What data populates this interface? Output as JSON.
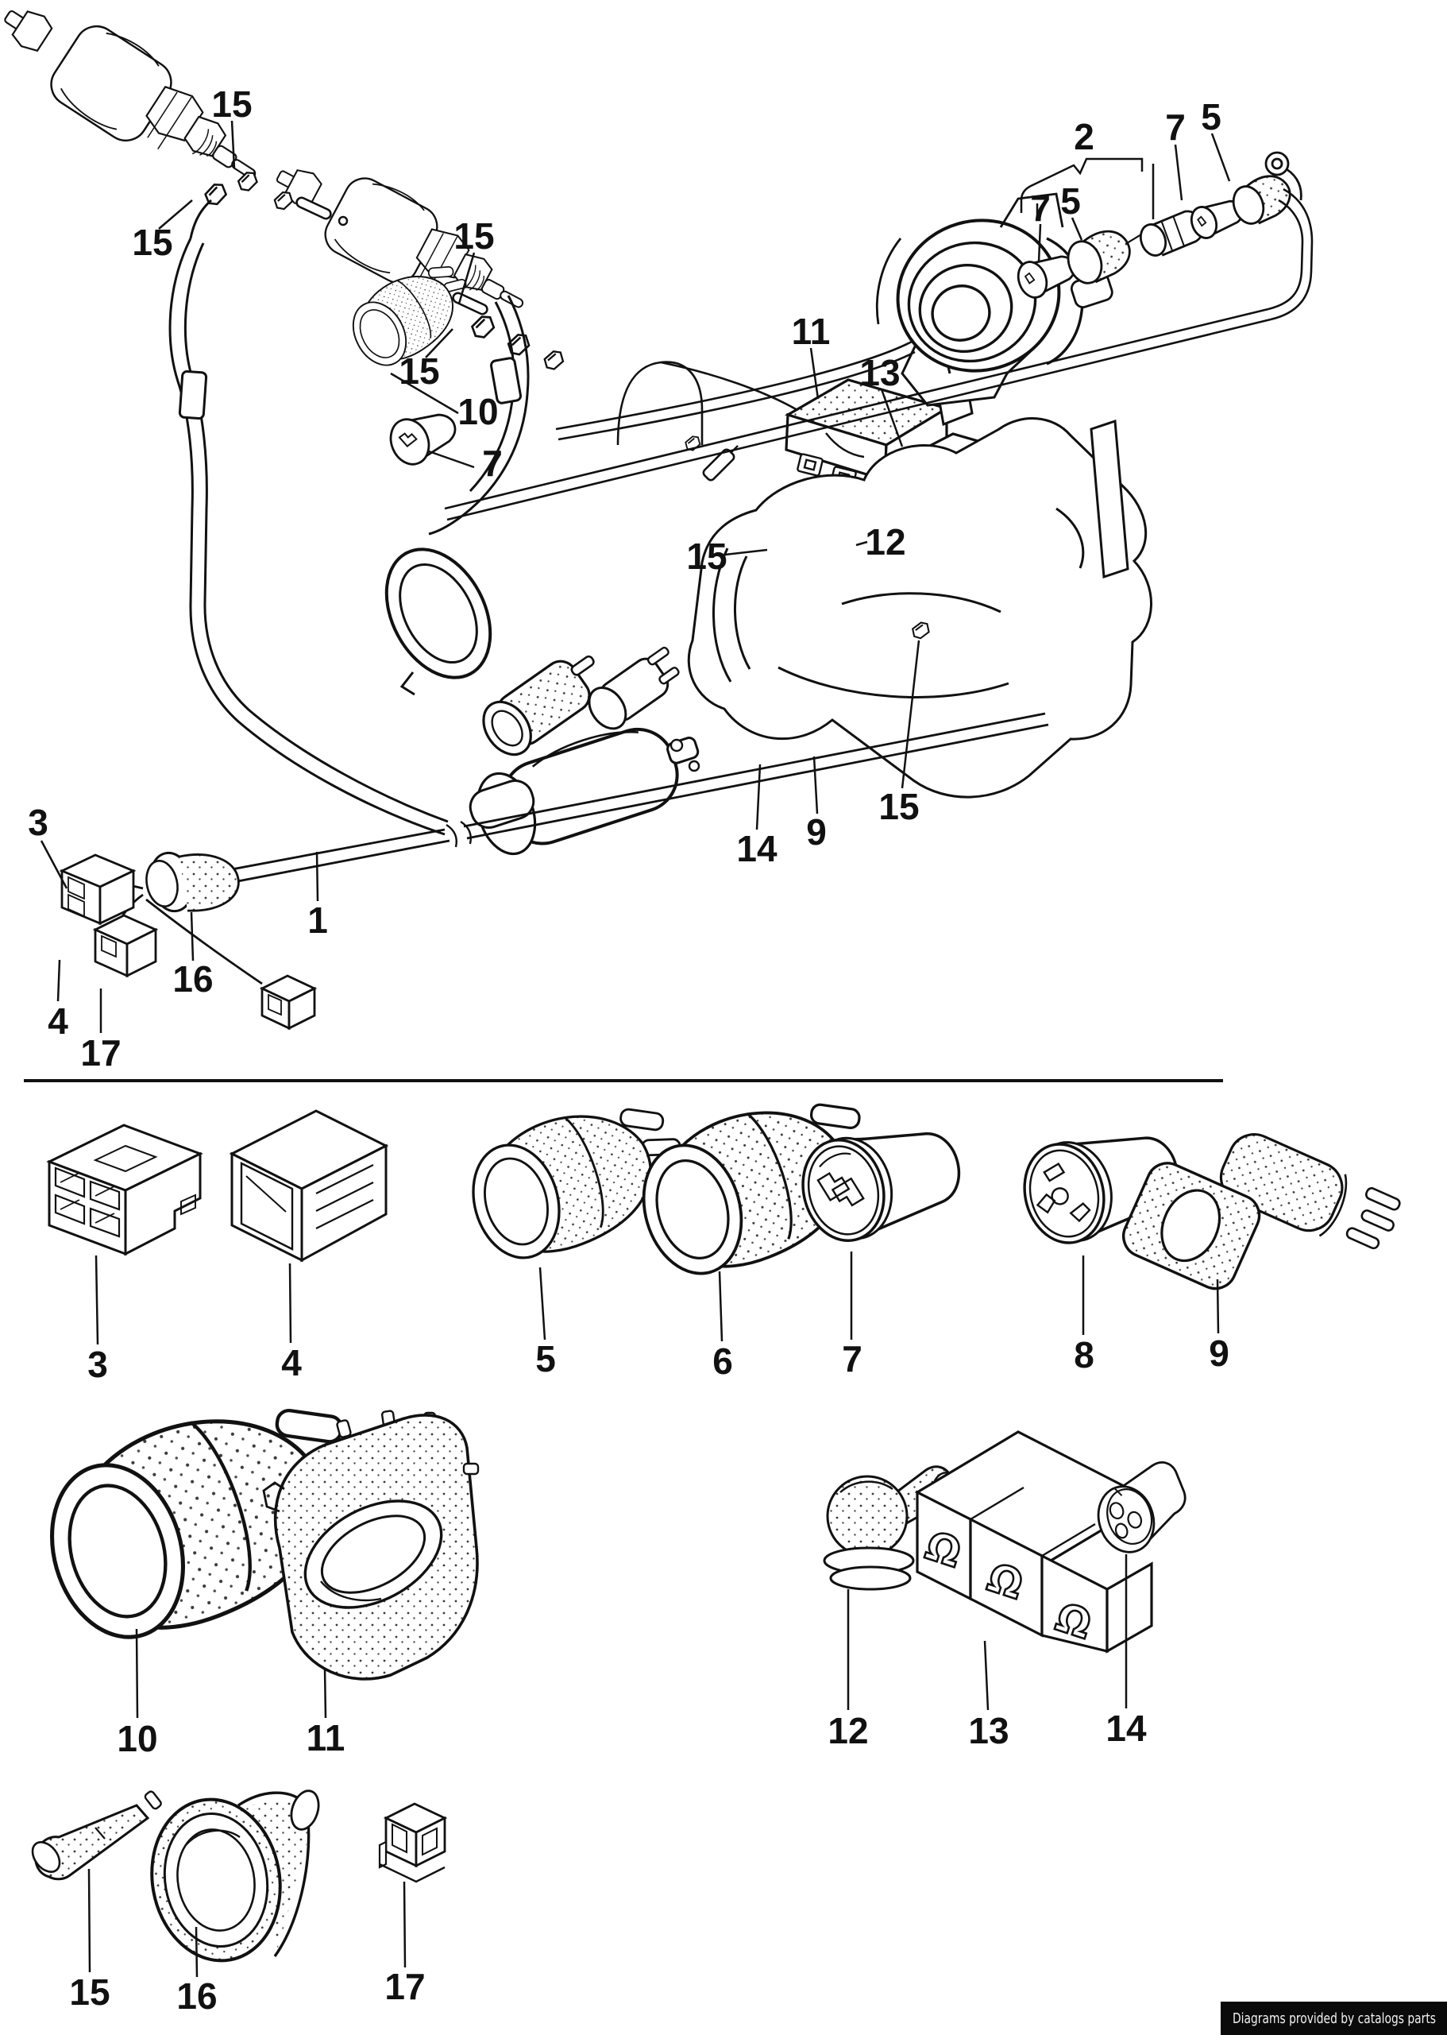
{
  "diagram_callouts": [
    "15",
    "15",
    "15",
    "15",
    "10",
    "7",
    "2",
    "7",
    "5",
    "7",
    "5",
    "11",
    "13",
    "12",
    "15",
    "14",
    "9",
    "15",
    "3",
    "1",
    "16",
    "4",
    "17"
  ],
  "grid_callouts": [
    "3",
    "4",
    "5",
    "6",
    "7",
    "8",
    "9",
    "10",
    "11",
    "12",
    "13",
    "14",
    "15",
    "16",
    "17"
  ],
  "symbols": {
    "omega": "Ω"
  },
  "footer": {
    "credit": "Diagrams provided by catalogs parts"
  }
}
